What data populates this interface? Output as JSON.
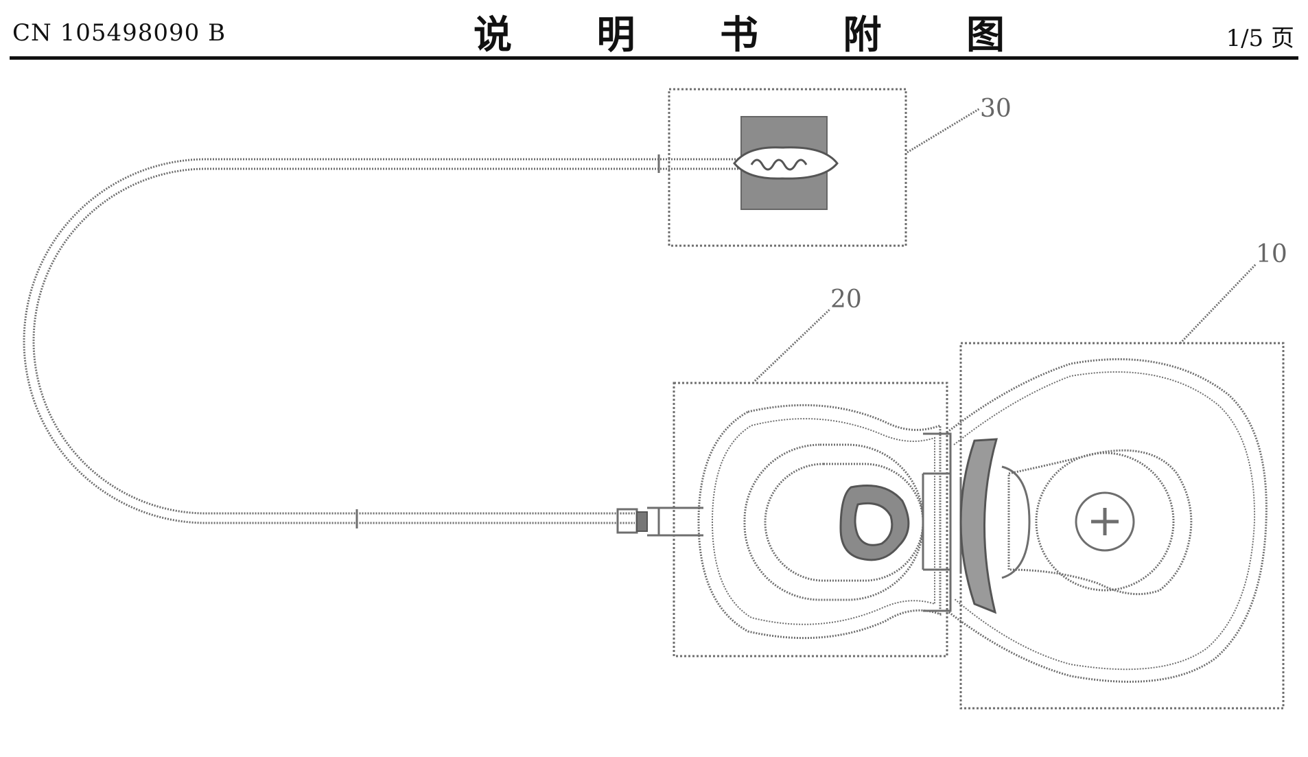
{
  "header": {
    "publication_number": "CN 105498090 B",
    "title": "说 明 书 附 图",
    "page": "1/5 页"
  },
  "figure": {
    "labels": {
      "ref10": "10",
      "ref20": "20",
      "ref30": "30"
    }
  }
}
